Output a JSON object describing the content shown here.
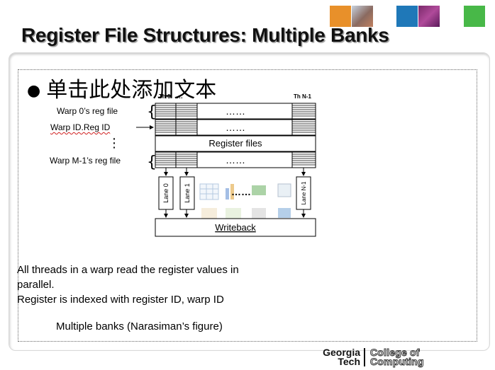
{
  "title": "Register File Structures: Multiple Banks",
  "bullet_text": "单击此处添加文本",
  "diagram": {
    "row_labels": [
      "Warp 0’s reg file",
      "Warp ID.Reg ID",
      "Warp M-1’s reg file"
    ],
    "vertical_dots": "⋮",
    "thread_label_first": "Th 0",
    "thread_label_mid": "…",
    "thread_label_last": "Th N-1",
    "dots": "……",
    "register_files_label": "Register files",
    "lanes": [
      "Lane 0",
      "Lane 1",
      "Lane N-1"
    ],
    "lane_dots": "……",
    "writeback_label": "Writeback"
  },
  "paragraphs": [
    "All threads in a warp read the register values in",
    "parallel.",
    "Register is indexed with register ID, warp ID"
  ],
  "caption": "Multiple banks (Narasiman’s figure)",
  "logo": {
    "line1": "Georgia",
    "line2": "Tech",
    "college1": "College of",
    "college2": "Computing"
  },
  "colors": {
    "deco_orange": "#e8902a",
    "deco_blue": "#1f78b8",
    "deco_green": "#48b848"
  }
}
